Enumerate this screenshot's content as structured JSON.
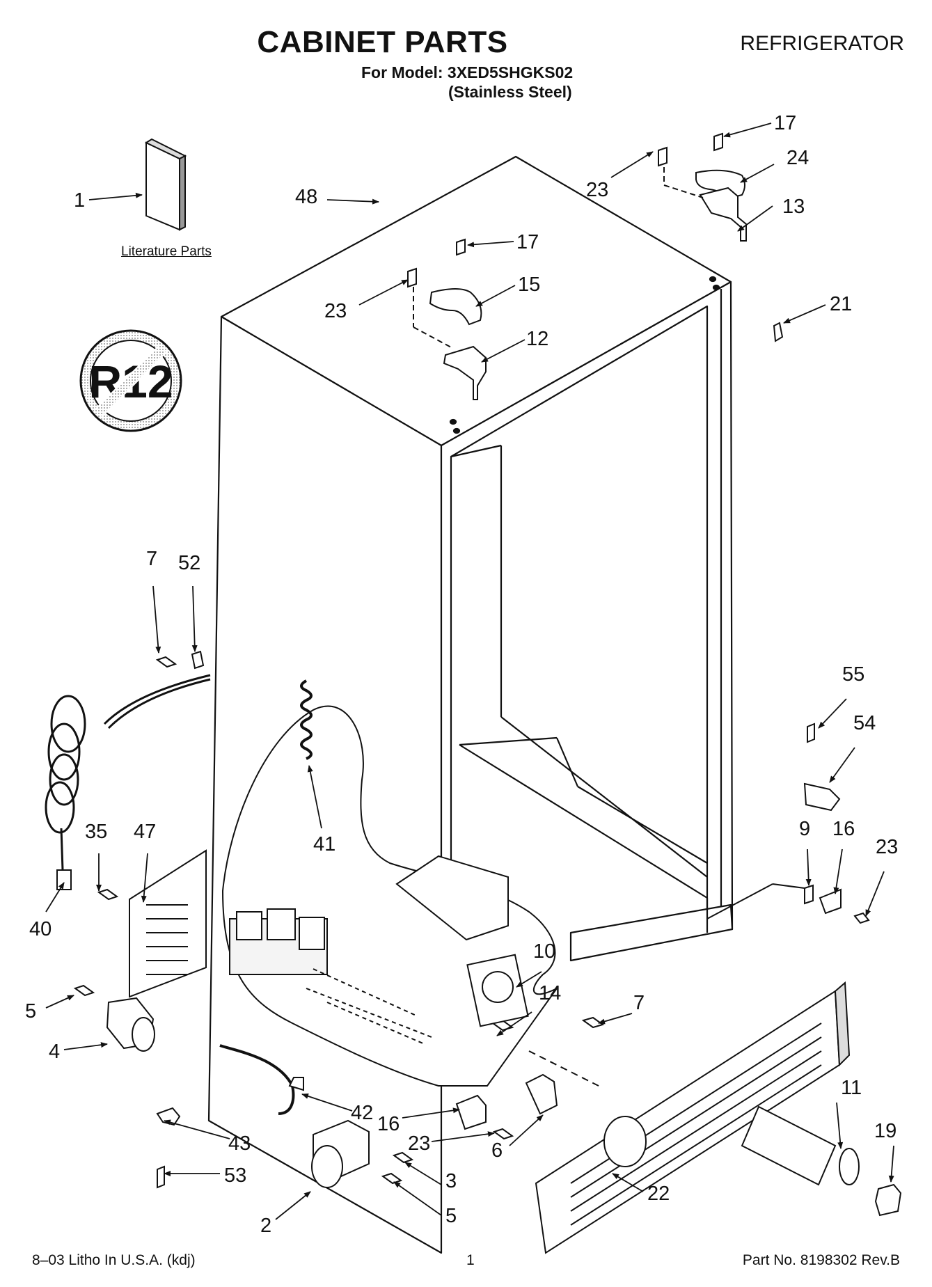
{
  "header": {
    "title": "CABINET PARTS",
    "model_line": "For Model: 3XED5SHGKS02",
    "finish_line": "(Stainless Steel)",
    "category": "REFRIGERATOR"
  },
  "literature_label": "Literature Parts",
  "no_cfc_badge": "R12",
  "callouts": [
    {
      "id": "c1",
      "text": "1"
    },
    {
      "id": "c48",
      "text": "48"
    },
    {
      "id": "c17a",
      "text": "17"
    },
    {
      "id": "c23a",
      "text": "23"
    },
    {
      "id": "c15",
      "text": "15"
    },
    {
      "id": "c12",
      "text": "12"
    },
    {
      "id": "c17b",
      "text": "17"
    },
    {
      "id": "c23b",
      "text": "23"
    },
    {
      "id": "c24",
      "text": "24"
    },
    {
      "id": "c13",
      "text": "13"
    },
    {
      "id": "c21",
      "text": "21"
    },
    {
      "id": "c7a",
      "text": "7"
    },
    {
      "id": "c52",
      "text": "52"
    },
    {
      "id": "c55",
      "text": "55"
    },
    {
      "id": "c54",
      "text": "54"
    },
    {
      "id": "c35",
      "text": "35"
    },
    {
      "id": "c47",
      "text": "47"
    },
    {
      "id": "c41",
      "text": "41"
    },
    {
      "id": "c40",
      "text": "40"
    },
    {
      "id": "c9",
      "text": "9"
    },
    {
      "id": "c16a",
      "text": "16"
    },
    {
      "id": "c23c",
      "text": "23"
    },
    {
      "id": "c10",
      "text": "10"
    },
    {
      "id": "c5a",
      "text": "5"
    },
    {
      "id": "c14",
      "text": "14"
    },
    {
      "id": "c7b",
      "text": "7"
    },
    {
      "id": "c4",
      "text": "4"
    },
    {
      "id": "c42",
      "text": "42"
    },
    {
      "id": "c6",
      "text": "6"
    },
    {
      "id": "c11",
      "text": "11"
    },
    {
      "id": "c19",
      "text": "19"
    },
    {
      "id": "c43",
      "text": "43"
    },
    {
      "id": "c16b",
      "text": "16"
    },
    {
      "id": "c23d",
      "text": "23"
    },
    {
      "id": "c53",
      "text": "53"
    },
    {
      "id": "c3",
      "text": "3"
    },
    {
      "id": "c2",
      "text": "2"
    },
    {
      "id": "c5b",
      "text": "5"
    },
    {
      "id": "c22",
      "text": "22"
    }
  ],
  "footer": {
    "left": "8–03 Litho In U.S.A. (kdj)",
    "page": "1",
    "part_no": "Part No. 8198302 Rev.B"
  }
}
